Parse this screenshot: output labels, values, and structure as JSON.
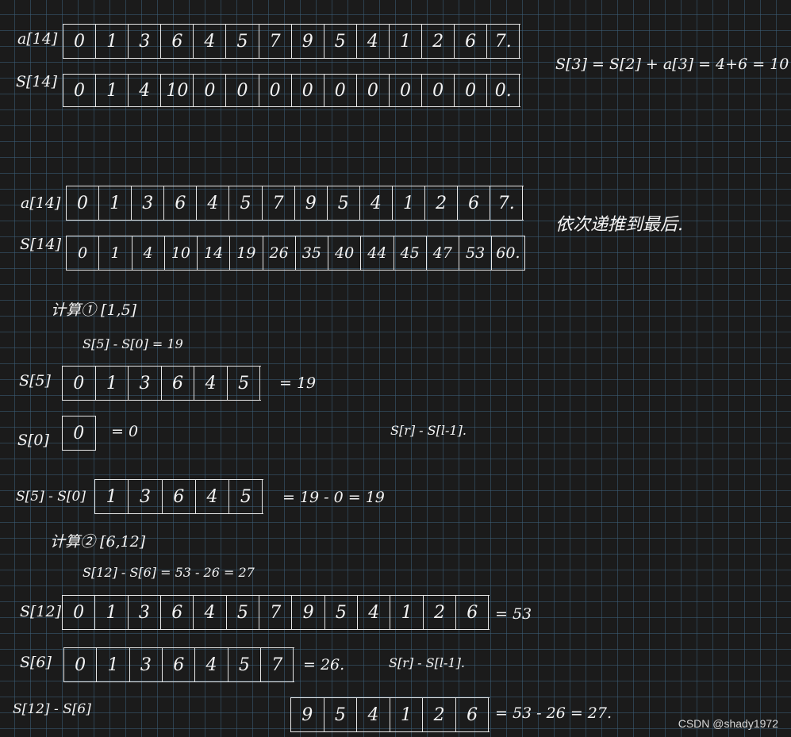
{
  "block1": {
    "a_label": "a[14]",
    "s_label": "S[14]",
    "a_values": [
      "0",
      "1",
      "3",
      "6",
      "4",
      "5",
      "7",
      "9",
      "5",
      "4",
      "1",
      "2",
      "6",
      "7."
    ],
    "s_values": [
      "0",
      "1",
      "4",
      "10",
      "0",
      "0",
      "0",
      "0",
      "0",
      "0",
      "0",
      "0",
      "0",
      "0."
    ],
    "note": "S[3] = S[2] + a[3] = 4+6 = 10"
  },
  "block2": {
    "a_label": "a[14]",
    "s_label": "S[14]",
    "a_values": [
      "0",
      "1",
      "3",
      "6",
      "4",
      "5",
      "7",
      "9",
      "5",
      "4",
      "1",
      "2",
      "6",
      "7."
    ],
    "s_values": [
      "0",
      "1",
      "4",
      "10",
      "14",
      "19",
      "26",
      "35",
      "40",
      "44",
      "45",
      "47",
      "53",
      "60."
    ],
    "note": "依次递推到最后."
  },
  "calc1": {
    "title": "计算① [1,5]",
    "formula": "S[5] - S[0] = 19",
    "s5_label": "S[5]",
    "s5_values": [
      "0",
      "1",
      "3",
      "6",
      "4",
      "5"
    ],
    "s5_result": "= 19",
    "s0_label": "S[0]",
    "s0_values": [
      "0"
    ],
    "s0_result": "= 0",
    "general": "S[r] - S[l-1].",
    "diff_label": "S[5] - S[0]",
    "diff_values": [
      "1",
      "3",
      "6",
      "4",
      "5"
    ],
    "diff_result": "= 19 - 0 = 19"
  },
  "calc2": {
    "title": "计算② [6,12]",
    "formula": "S[12] - S[6] = 53 - 26 = 27",
    "s12_label": "S[12]",
    "s12_values": [
      "0",
      "1",
      "3",
      "6",
      "4",
      "5",
      "7",
      "9",
      "5",
      "4",
      "1",
      "2",
      "6"
    ],
    "s12_result": "= 53",
    "s6_label": "S[6]",
    "s6_values": [
      "0",
      "1",
      "3",
      "6",
      "4",
      "5",
      "7"
    ],
    "s6_result": "= 26.",
    "general": "S[r] - S[l-1].",
    "diff_label": "S[12] - S[6]",
    "diff_values": [
      "9",
      "5",
      "4",
      "1",
      "2",
      "6"
    ],
    "diff_result": "= 53 - 26 = 27."
  },
  "watermark": "CSDN @shady1972"
}
